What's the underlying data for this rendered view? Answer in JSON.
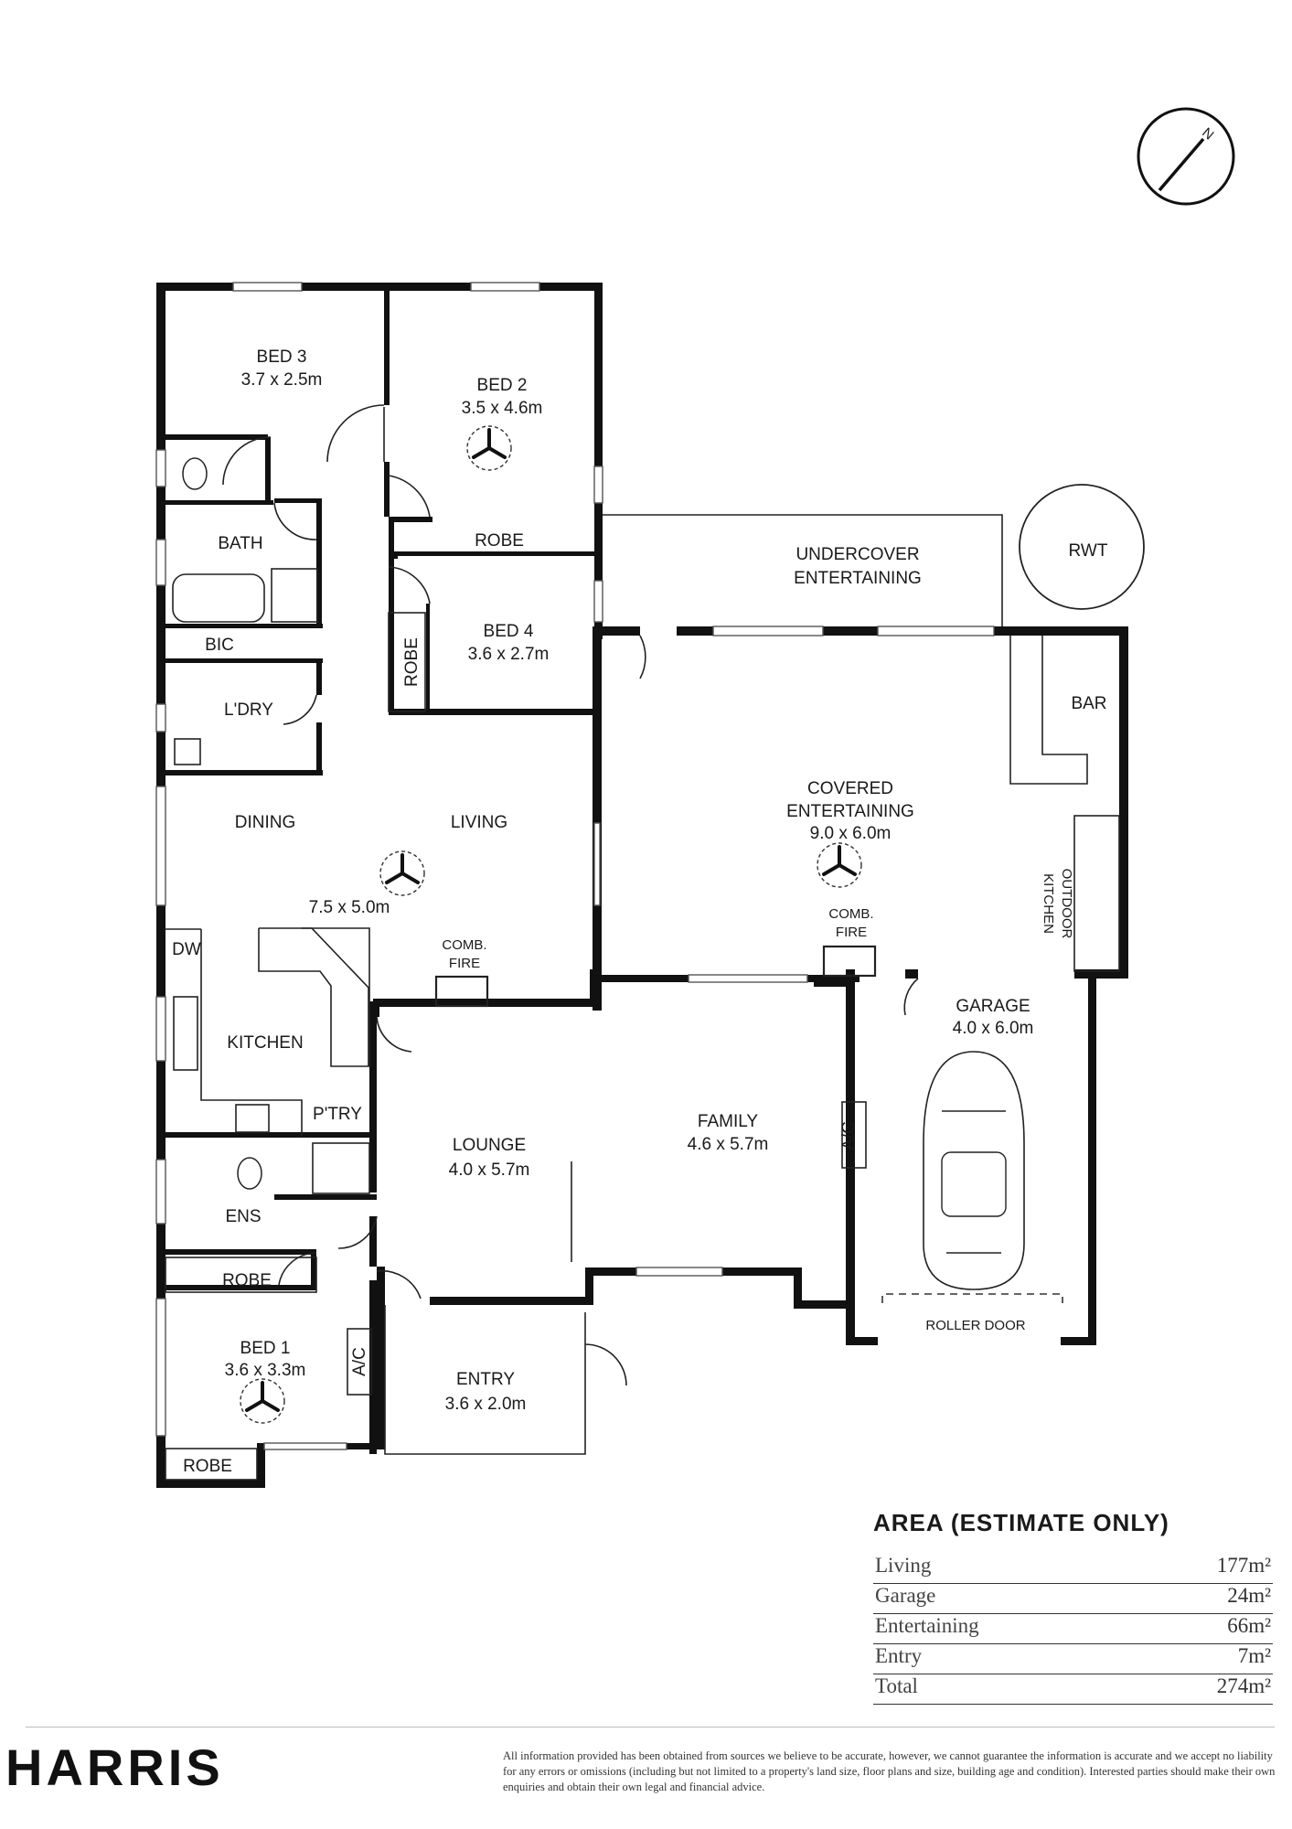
{
  "plan": {
    "compass_label": "N",
    "rooms": {
      "bed3": {
        "name": "BED 3",
        "size": "3.7 x 2.5m"
      },
      "bed2": {
        "name": "BED 2",
        "size": "3.5 x 4.6m"
      },
      "robe_bed2": "ROBE",
      "bath": "BATH",
      "bic": "BIC",
      "laundry": "L'DRY",
      "bed4": {
        "name": "BED 4",
        "size": "3.6 x 2.7m"
      },
      "robe_bed4": "ROBE",
      "undercover": {
        "line1": "UNDERCOVER",
        "line2": "ENTERTAINING"
      },
      "rwt": "RWT",
      "bar": "BAR",
      "covered": {
        "line1": "COVERED",
        "line2": "ENTERTAINING",
        "size": "9.0 x 6.0m"
      },
      "outdoor_kitchen": {
        "line1": "OUTDOOR",
        "line2": "KITCHEN"
      },
      "dining": "DINING",
      "living": {
        "name": "LIVING",
        "size": "7.5 x 5.0m"
      },
      "comb_fire_living": {
        "line1": "COMB.",
        "line2": "FIRE"
      },
      "comb_fire_covered": {
        "line1": "COMB.",
        "line2": "FIRE"
      },
      "dw": "DW",
      "kitchen": "KITCHEN",
      "pantry": "P'TRY",
      "garage": {
        "name": "GARAGE",
        "size": "4.0 x 6.0m"
      },
      "family": {
        "name": "FAMILY",
        "size": "4.6 x 5.7m"
      },
      "ac_family": "A/C",
      "lounge": {
        "name": "LOUNGE",
        "size": "4.0 x 5.7m"
      },
      "ens": "ENS",
      "robe_bed1": "ROBE",
      "bed1": {
        "name": "BED 1",
        "size": "3.6 x 3.3m"
      },
      "ac_bed1": "A/C",
      "entry": {
        "name": "ENTRY",
        "size": "3.6 x 2.0m"
      },
      "robe_bed1_small": "ROBE",
      "roller_door": "ROLLER DOOR"
    }
  },
  "area": {
    "title": "AREA (ESTIMATE ONLY)",
    "rows": [
      {
        "label": "Living",
        "value": "177m²"
      },
      {
        "label": "Garage",
        "value": "24m²"
      },
      {
        "label": "Entertaining",
        "value": "66m²"
      },
      {
        "label": "Entry",
        "value": "7m²"
      },
      {
        "label": "Total",
        "value": "274m²"
      }
    ]
  },
  "footer": {
    "logo": "HARRIS",
    "disclaimer": "All information provided has been obtained from sources we believe to be accurate, however, we cannot guarantee the information is accurate and we accept no liability for any errors or omissions (including but not limited to a property's land size, floor plans and size, building age and condition). Interested parties should make their own enquiries and obtain their own legal and financial advice."
  }
}
